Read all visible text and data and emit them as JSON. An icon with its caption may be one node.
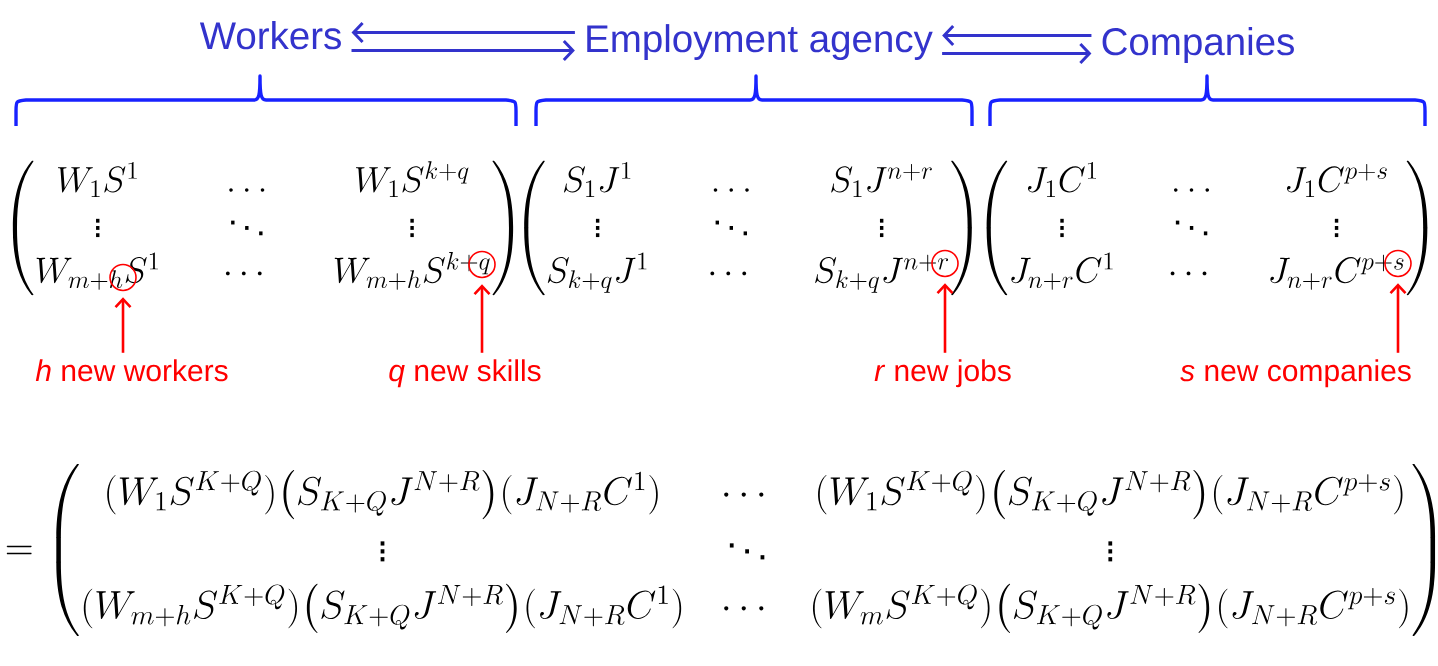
{
  "diagram": {
    "nodes": [
      {
        "text": [
          "Workers"
        ]
      },
      {
        "text": [
          "Employment agency"
        ]
      },
      {
        "text": [
          "Companies"
        ]
      },
      {
        "text": [],
        "shape": "circle"
      },
      {
        "text": [],
        "shape": "circle"
      },
      {
        "text": [],
        "shape": "circle"
      },
      {
        "text": [],
        "shape": "circle"
      },
      {
        "text": [
          "*h* new workers"
        ]
      },
      {
        "text": [
          "*q* new skills"
        ]
      },
      {
        "text": [
          "*r* new jobs"
        ]
      },
      {
        "text": [
          "*s* new companies"
        ]
      }
    ],
    "edges": [
      {
        "from": 1,
        "to": 0,
        "arrow": "to"
      },
      {
        "from": 0,
        "to": 1,
        "arrow": "to"
      },
      {
        "from": 2,
        "to": 1,
        "arrow": "to"
      },
      {
        "from": 1,
        "to": 2,
        "arrow": "to"
      },
      {
        "from": 7,
        "to": 3,
        "arrow": "to",
        "color": "#ff0000"
      },
      {
        "from": 8,
        "to": 4,
        "arrow": "to",
        "color": "#ff0000"
      },
      {
        "from": 9,
        "to": 5,
        "arrow": "to",
        "color": "#ff0000"
      },
      {
        "from": 10,
        "to": 6,
        "arrow": "to",
        "color": "#ff0000"
      }
    ],
    "labels": [
      "\\begin{pmatrix} W_1S^1 & \\ldots & W_1S^{k+q} \\\\ \\vdots & \\ddots & \\vdots \\\\ W_{m+h}S^1 & \\cdots & W_{m+h}S^{k+q} \\end{pmatrix}",
      "\\begin{pmatrix} S_1J^1 & \\ldots & S_1J^{n+r} \\\\ \\vdots & \\ddots & \\vdots \\\\ S_{k+q}J^1 & \\cdots & S_{k+q}J^{n+r} \\end{pmatrix}",
      "\\begin{pmatrix} J_1C^1 & \\ldots & J_1C^{p+s} \\\\ \\vdots & \\ddots & \\vdots \\\\ J_{n+r}C^1 & \\cdots & J_{n+r}C^{p+s} \\end{pmatrix}",
      "= \\begin{pmatrix} (W_1S^{K+Q})\\big(S_{K+Q}J^{N+R}\\big)(J_{N+R}C^1) & \\cdots & (W_1S^{K+Q})\\big(S_{K+Q}J^{N+R}\\big)(J_{N+R}C^{p+s}) \\\\ \\vdots & \\ddots & \\vdots \\\\ (W_{m+h}S^{K+Q})\\big(S_{K+Q}J^{N+R}\\big)(J_{N+R}C^1) & \\cdots & (W_mS^{K+Q})\\big(S_{K+Q}J^{N+R}\\big)(J_{N+R}C^{p+s}) \\end{pmatrix}"
    ]
  }
}
